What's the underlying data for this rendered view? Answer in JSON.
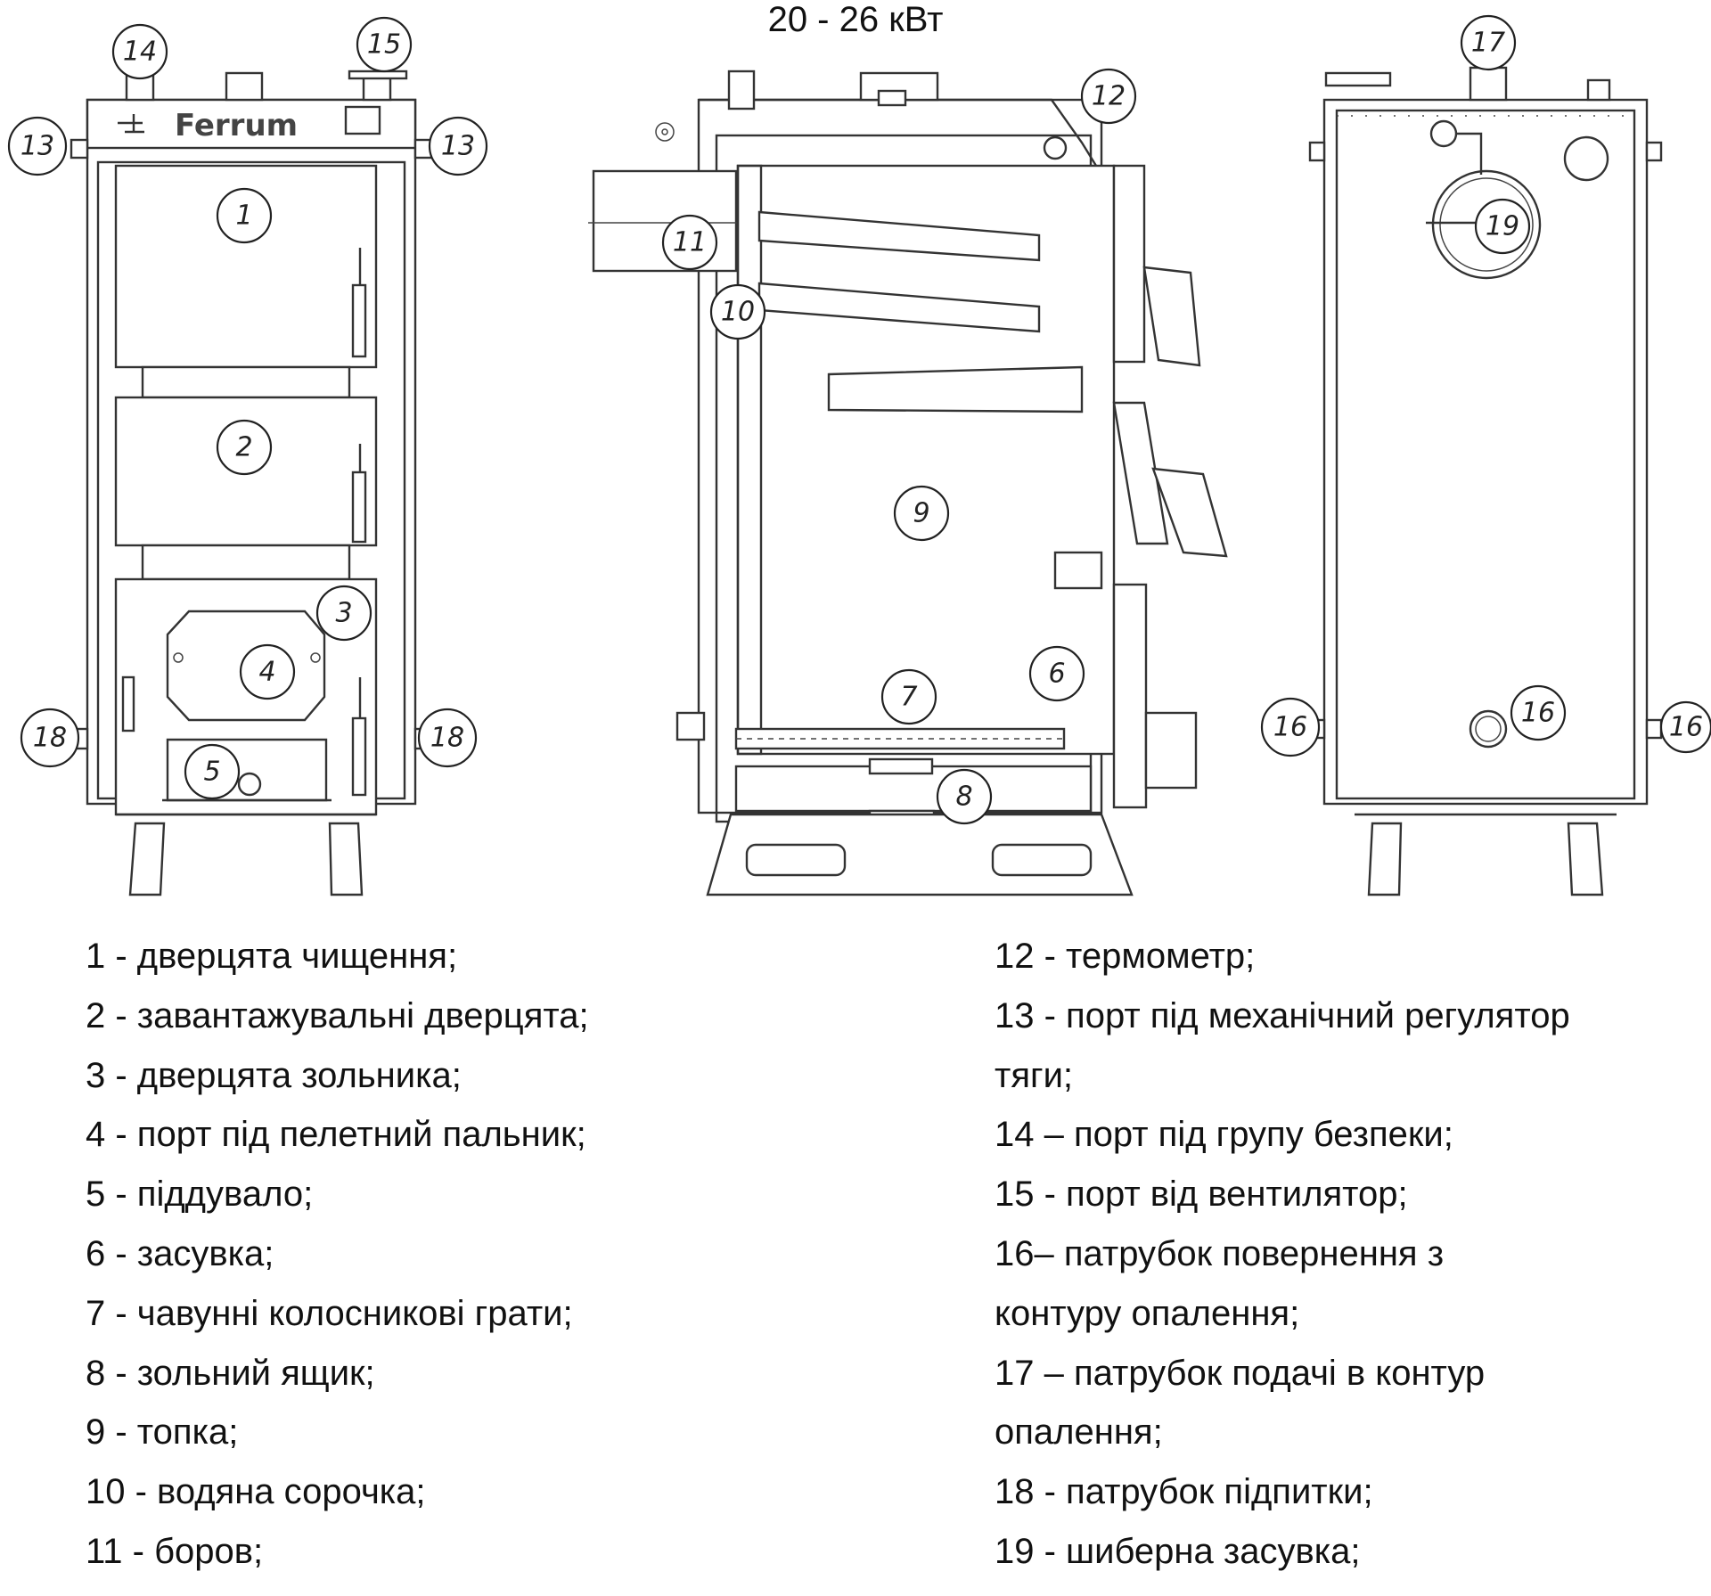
{
  "title": "20 - 26 кВт",
  "brand": "Ferrum",
  "callouts": {
    "front": [
      "14",
      "15",
      "13",
      "13",
      "1",
      "2",
      "3",
      "4",
      "5",
      "18",
      "18"
    ],
    "side": [
      "11",
      "10",
      "12",
      "9",
      "7",
      "6",
      "8"
    ],
    "back": [
      "17",
      "19",
      "16",
      "16",
      "16"
    ]
  },
  "legend": {
    "left": [
      "1 - дверцята чищення;",
      "2 - завантажувальні дверцята;",
      "3 - дверцята зольника;",
      "4 - порт під пелетний пальник;",
      "5 - піддувало;",
      "6 - засувка;",
      "7 - чавунні колосникові грати;",
      "8 - зольний ящик;",
      "9 - топка;",
      "10 - водяна сорочка;",
      "11 - боров;"
    ],
    "right": [
      "12 - термометр;",
      "13 - порт під механічний регулятор",
      "тяги;",
      "14 – порт під групу безпеки;",
      "15 - порт від вентилятор;",
      "16– патрубок повернення з",
      "контуру опалення;",
      "17 – патрубок подачі в контур",
      "опалення;",
      "18 - патрубок підпитки;",
      "19 - шиберна засувка;"
    ]
  }
}
